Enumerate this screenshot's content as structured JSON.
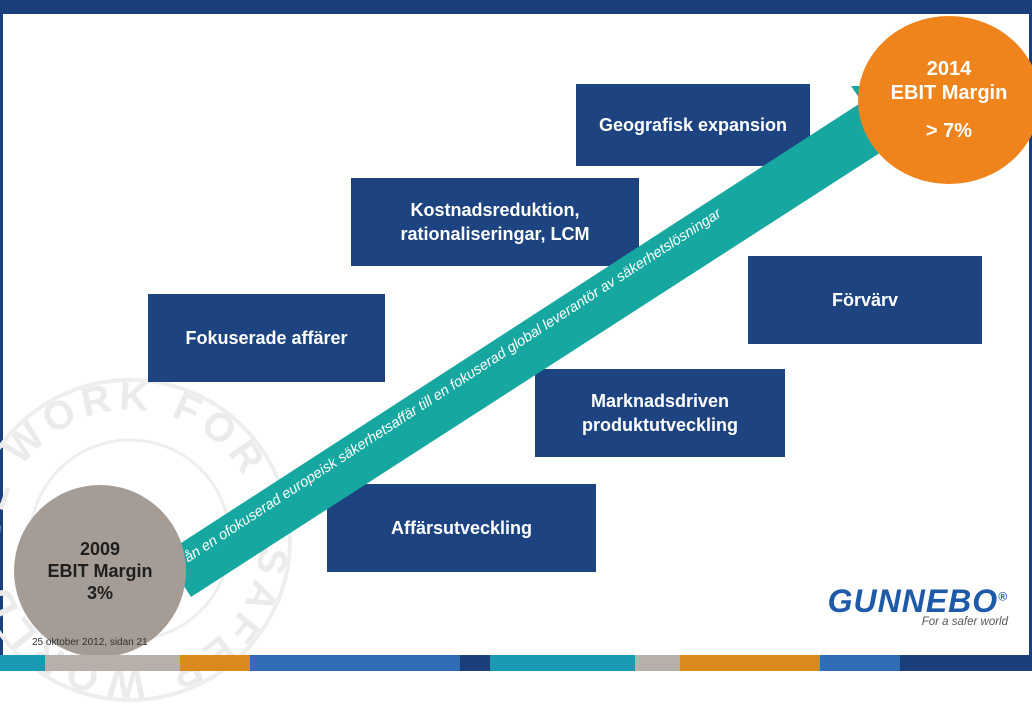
{
  "start": {
    "year": "2009",
    "metric": "EBIT Margin",
    "value": "3%"
  },
  "goal": {
    "year": "2014",
    "metric": "EBIT Margin",
    "value": "> 7%"
  },
  "boxes": {
    "geografisk": "Geografisk expansion",
    "kostnad": "Kostnadsreduktion,\nrationaliseringar, LCM",
    "fokuserade": "Fokuserade affärer",
    "forvarv": "Förvärv",
    "marknad": "Marknadsdriven\nproduktutveckling",
    "affar": "Affärsutveckling"
  },
  "arrow_text": "Från en ofokuserad europeisk säkerhetsaffär till en fokuserad global leverantör av säkerhetslösningar",
  "logo": {
    "name": "GUNNEBO",
    "mark": "®",
    "tagline": "For a safer world"
  },
  "watermark_text": "WE WORK FOR A SAFER WORLD",
  "footer": "25 oktober 2012, sidan 21",
  "colors": {
    "navy": "#1d4481",
    "teal": "#16a7a0",
    "orange": "#f0841c",
    "grey": "#a59c95",
    "logo_blue": "#1e5aa8"
  },
  "bottom_stripes": [
    "#1a9bb3",
    "#b7b0aa",
    "#d98a1f",
    "#2f6db5",
    "#1a3f7a",
    "#1a9bb3",
    "#b7b0aa",
    "#d98a1f",
    "#2f6db5",
    "#1a3f7a"
  ]
}
